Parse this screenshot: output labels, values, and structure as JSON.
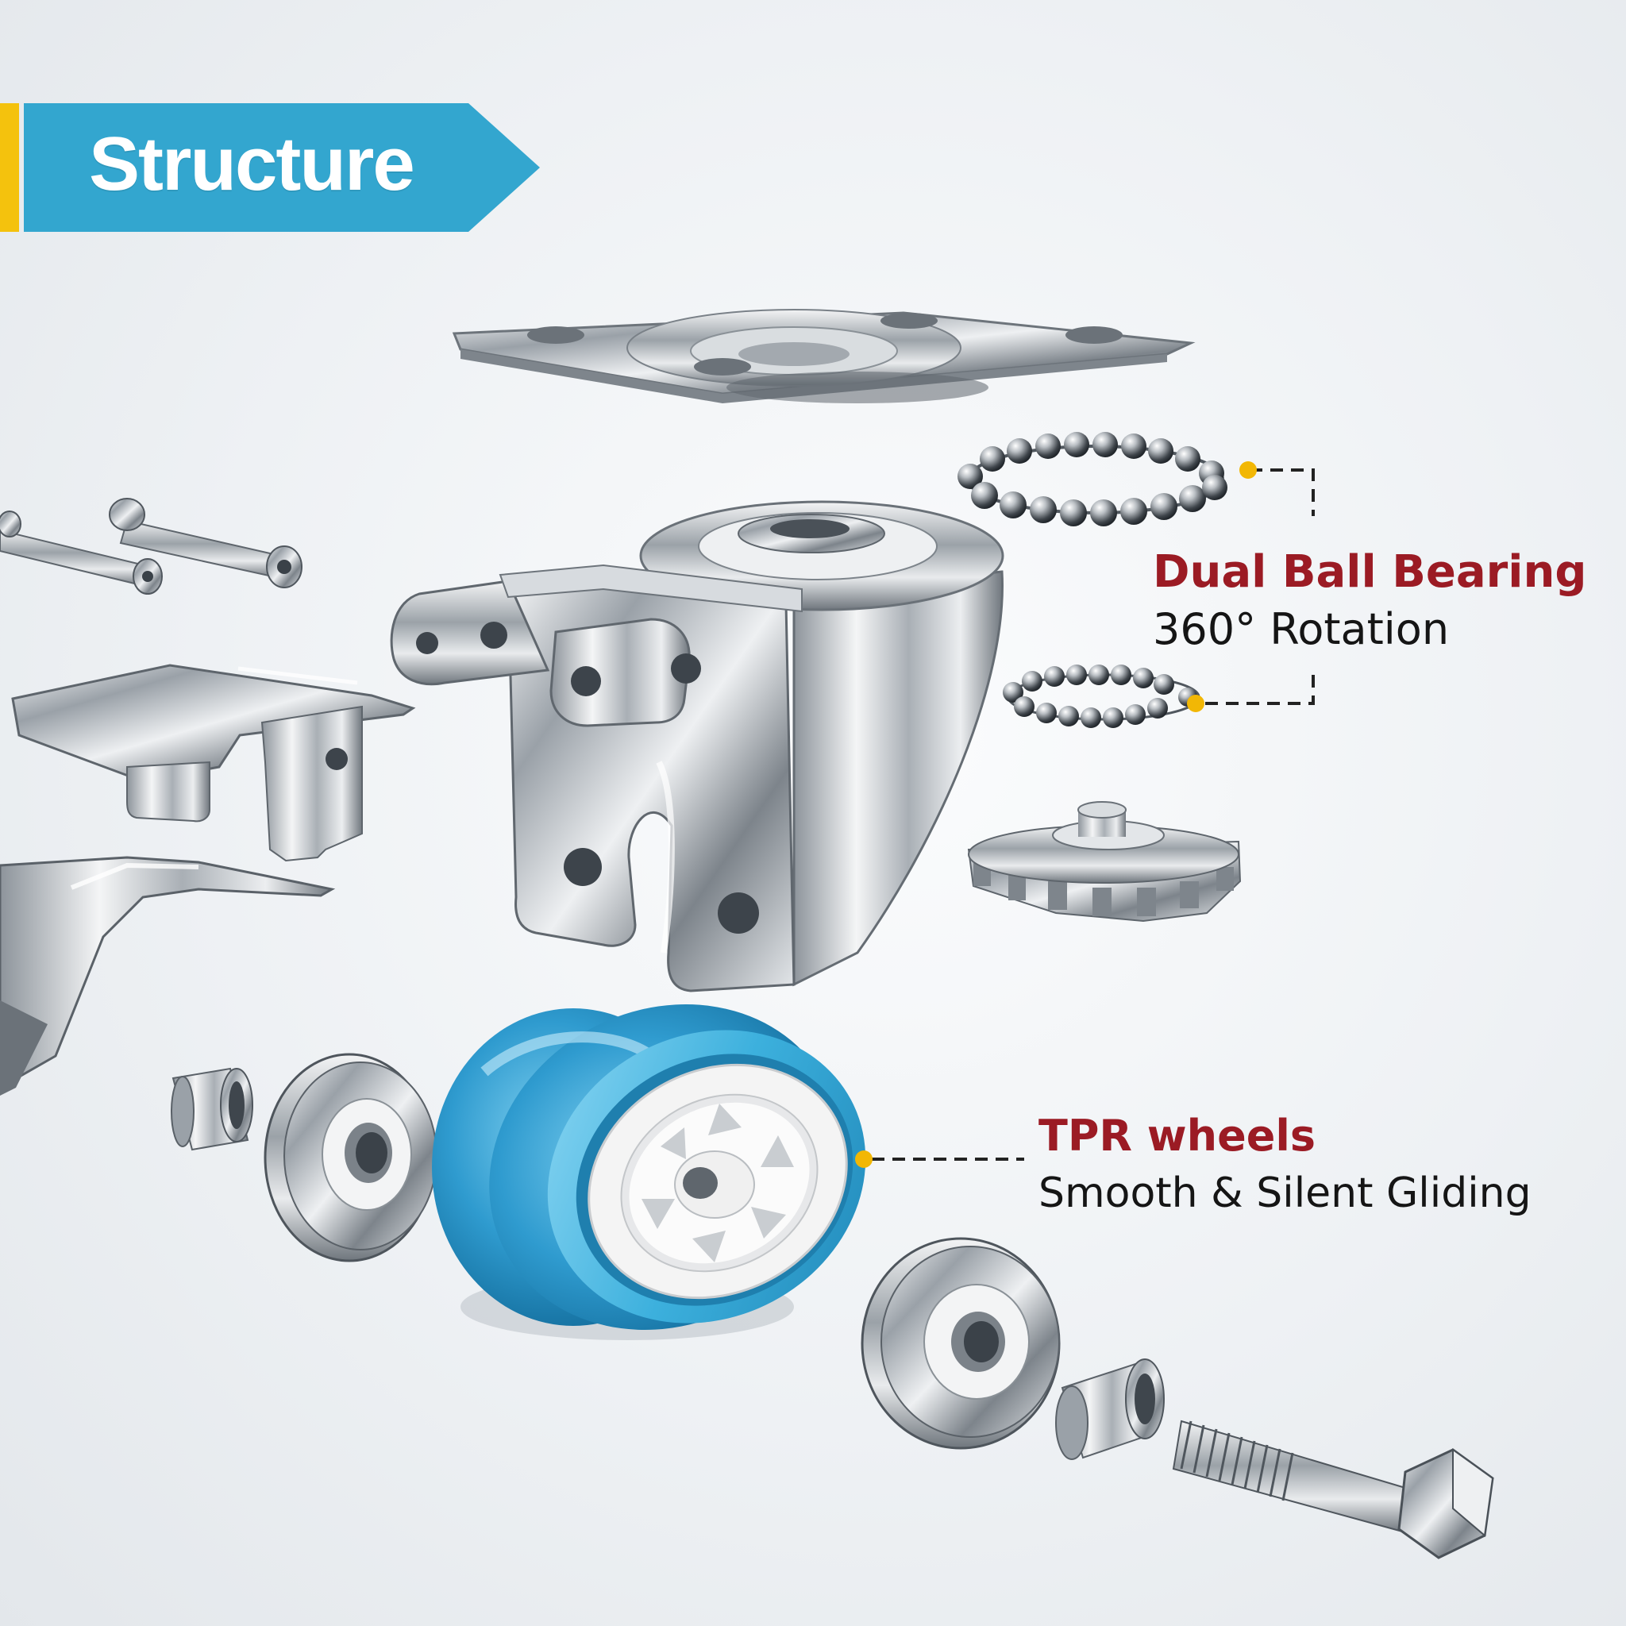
{
  "banner": {
    "title": "Structure",
    "color": "#33a6cf",
    "stripe_color": "#f4c20d"
  },
  "callouts": {
    "bearing": {
      "title": "Dual Ball Bearing",
      "subtitle": "360° Rotation"
    },
    "wheel": {
      "title": "TPR wheels",
      "subtitle": "Smooth & Silent Gliding"
    },
    "title_color": "#9b1b24",
    "leader_dot_color": "#f2b705"
  },
  "parts": {
    "wheel_color": "#2f9bcf",
    "hub_color": "#f4f4f4",
    "metal_color": "#c9ced3"
  }
}
